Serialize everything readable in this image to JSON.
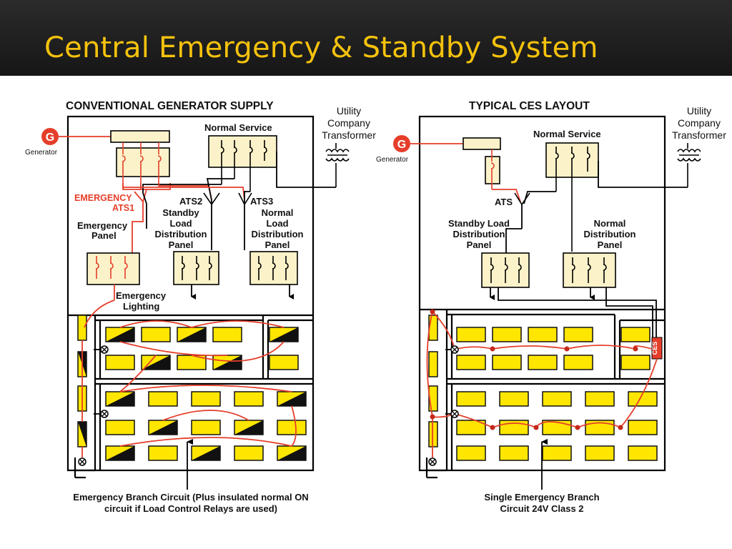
{
  "slide": {
    "title": "Central Emergency & Standby System"
  },
  "left_diagram": {
    "heading": "CONVENTIONAL GENERATOR SUPPLY",
    "generator_symbol": "G",
    "generator_label": "Generator",
    "normal_service": "Normal Service",
    "utility_line1": "Utility",
    "utility_line2": "Company",
    "utility_line3": "Transformer",
    "emergency_label_1": "EMERGENCY",
    "emergency_label_2": "ATS1",
    "ats2": "ATS2",
    "ats3": "ATS3",
    "standby_1": "Standby",
    "standby_2": "Load",
    "standby_3": "Distribution",
    "standby_4": "Panel",
    "normal_1": "Normal",
    "normal_2": "Load",
    "normal_3": "Distribution",
    "normal_4": "Panel",
    "emergency_panel_1": "Emergency",
    "emergency_panel_2": "Panel",
    "emergency_lighting_1": "Emergency",
    "emergency_lighting_2": "Lighting",
    "caption_1": "Emergency Branch Circuit (Plus insulated normal ON",
    "caption_2": "circuit if Load Control Relays are used)"
  },
  "right_diagram": {
    "heading": "TYPICAL CES LAYOUT",
    "generator_symbol": "G",
    "generator_label": "Generator",
    "normal_service": "Normal Service",
    "utility_line1": "Utility",
    "utility_line2": "Company",
    "utility_line3": "Transformer",
    "ats": "ATS",
    "standby_1": "Standby Load",
    "standby_2": "Distribution",
    "standby_3": "Panel",
    "normal_1": "Normal",
    "normal_2": "Distribution",
    "normal_3": "Panel",
    "ces_label": "CES",
    "caption_1": "Single Emergency Branch",
    "caption_2": "Circuit 24V Class 2"
  },
  "colors": {
    "title_bar": "#1e1e1e",
    "title_text": "#f4c20d",
    "emergency_wire": "#e53e2a",
    "fixture": "#ffe600",
    "panel_fill": "#fbf2c9"
  }
}
